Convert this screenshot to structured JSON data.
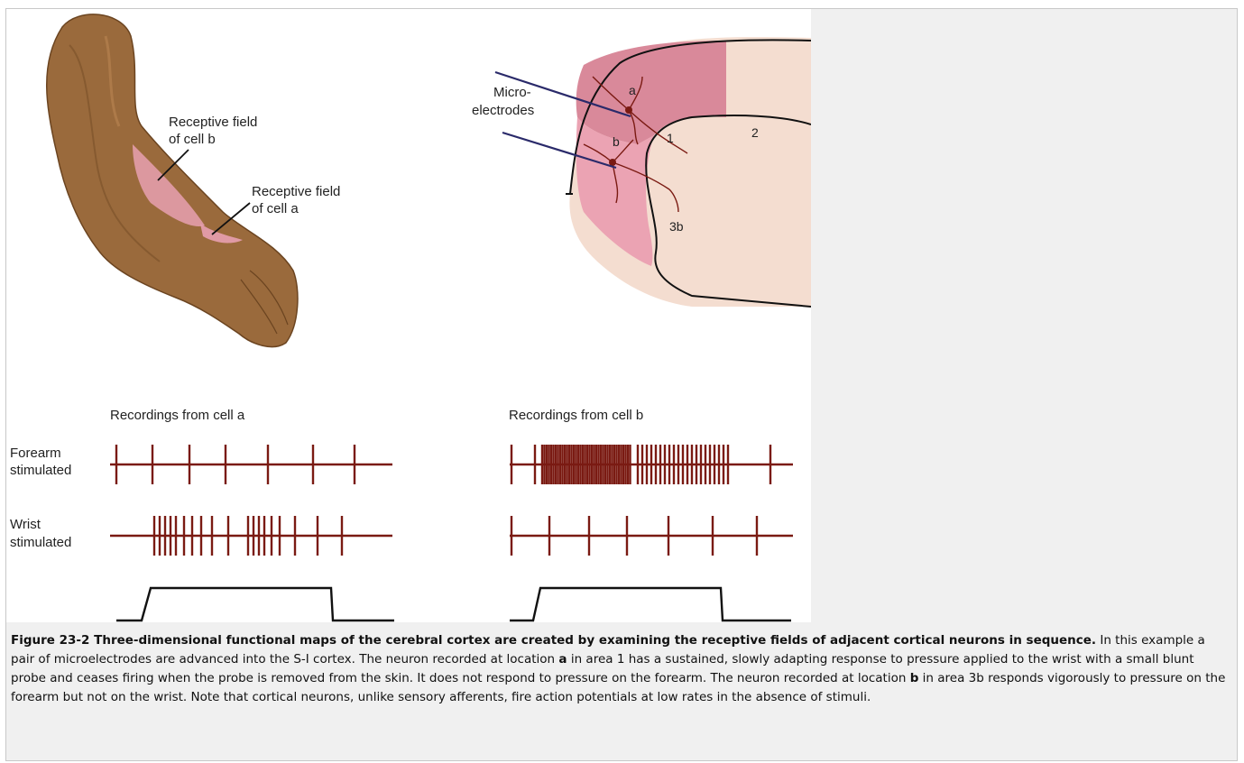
{
  "figure": {
    "arm_labels": {
      "field_b_line1": "Receptive field",
      "field_b_line2": "of cell b",
      "field_a_line1": "Receptive field",
      "field_a_line2": "of cell a"
    },
    "cortex_labels": {
      "electrodes_line1": "Micro-",
      "electrodes_line2": "electrodes",
      "neuron_a": "a",
      "neuron_b": "b",
      "area_1": "1",
      "area_2": "2",
      "area_3b": "3b"
    },
    "recordings": {
      "cell_a_title": "Recordings from cell a",
      "cell_b_title": "Recordings from cell b",
      "forearm_line1": "Forearm",
      "forearm_line2": "stimulated",
      "wrist_line1": "Wrist",
      "wrist_line2": "stimulated",
      "colors": {
        "spike": "#7a1a12",
        "stimulus": "#111111"
      }
    }
  },
  "caption": {
    "bold": "Figure 23-2 Three-dimensional functional maps of the cerebral cortex are created by examining the receptive fields of adjacent cortical neurons in sequence.",
    "text1": " In this example a pair of microelectrodes are advanced into the S-I cortex. The neuron recorded at location ",
    "loc_a": "a",
    "text2": " in area 1 has a sustained, slowly adapting response to pressure applied to the wrist with a small blunt probe and ceases firing when the probe is removed from the skin. It does not respond to pressure on the forearm. The neuron recorded at location ",
    "loc_b": "b",
    "text3": " in area 3b responds vigorously to pressure on the forearm but not on the wrist. Note that cortical neurons, unlike sensory afferents, fire action potentials at low rates in the absence of stimuli."
  }
}
